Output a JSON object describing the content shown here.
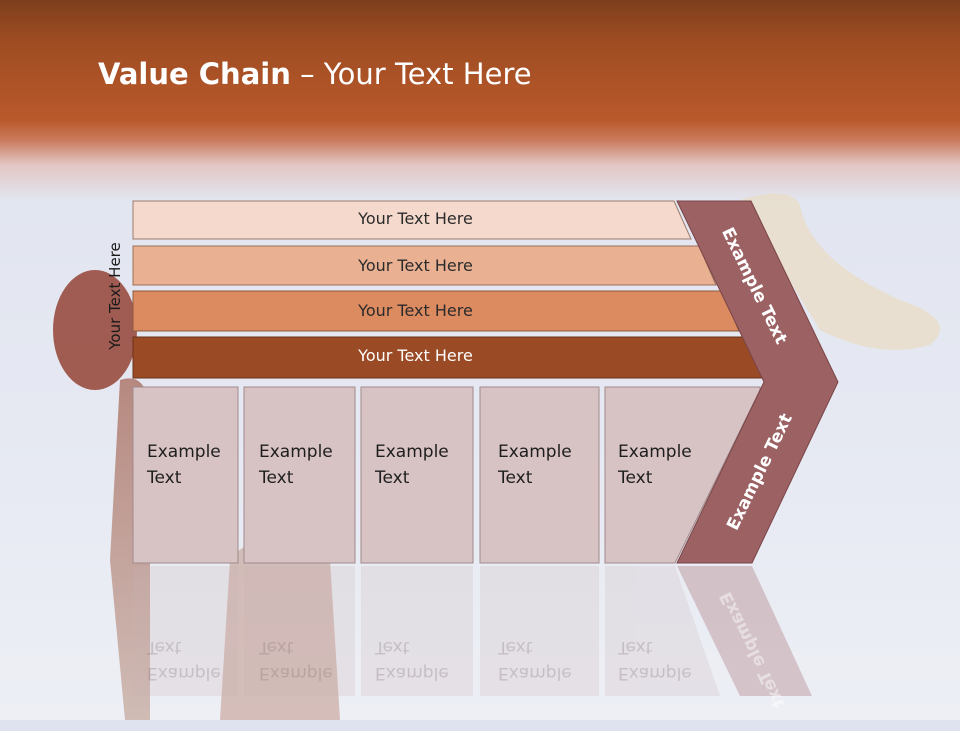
{
  "header": {
    "title_bold": "Value Chain",
    "title_rest": " – Your Text Here"
  },
  "diagram": {
    "vertical_label": "Your Text Here",
    "bars": [
      {
        "label": "Your Text Here"
      },
      {
        "label": "Your Text Here"
      },
      {
        "label": "Your Text Here"
      },
      {
        "label": "Your Text Here"
      }
    ],
    "boxes": [
      {
        "line1": "Example",
        "line2": "Text"
      },
      {
        "line1": "Example",
        "line2": "Text"
      },
      {
        "line1": "Example",
        "line2": "Text"
      },
      {
        "line1": "Example",
        "line2": "Text"
      },
      {
        "line1": "Example",
        "line2": "Text"
      }
    ],
    "arrow_upper": "Example Text",
    "arrow_lower": "Example Text"
  },
  "colors": {
    "bar1": "#f5d9cc",
    "bar2": "#e9b092",
    "bar3": "#dc8a60",
    "bar4": "#9a4a24",
    "box": "#d8c3c4",
    "arrow": "#9b6163"
  }
}
